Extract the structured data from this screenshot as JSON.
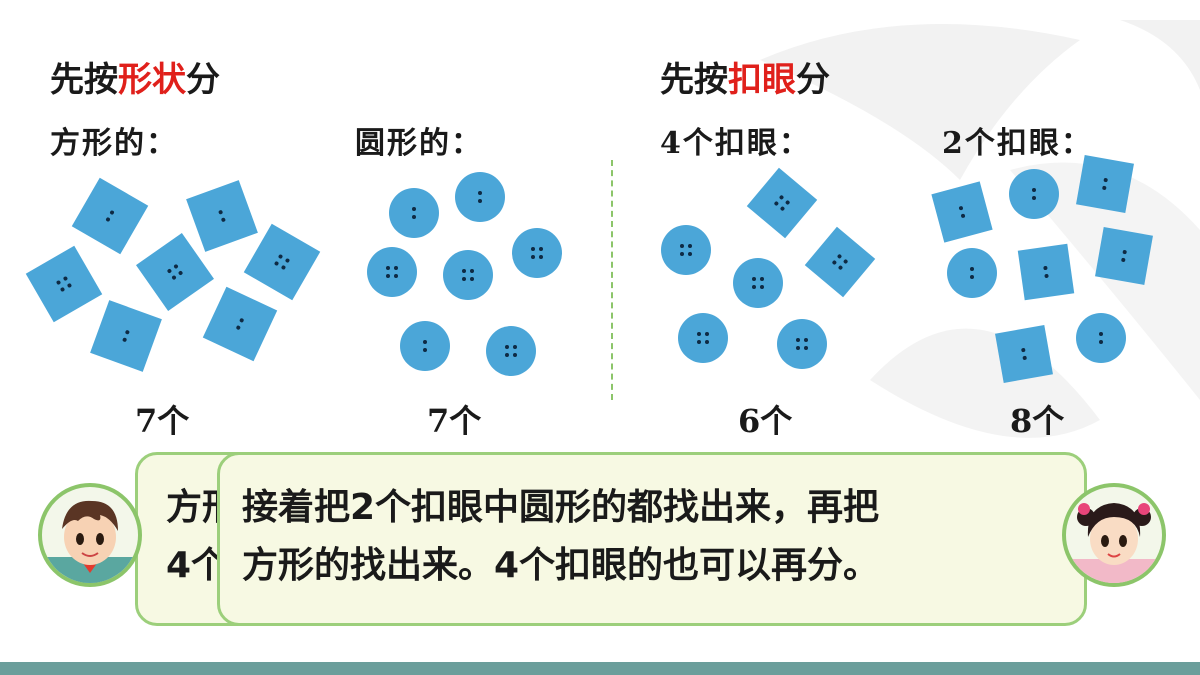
{
  "left_section": {
    "title_prefix": "先按",
    "title_highlight": "形状",
    "title_suffix": "分",
    "groups": [
      {
        "label": "方形的：",
        "count": "7个"
      },
      {
        "label": "圆形的：",
        "count": "7个"
      }
    ]
  },
  "right_section": {
    "title_prefix": "先按",
    "title_highlight": "扣眼",
    "title_suffix": "分",
    "groups": [
      {
        "label": "4个扣眼：",
        "count": "6个"
      },
      {
        "label": "2个扣眼：",
        "count": "8个"
      }
    ]
  },
  "back_bubble": {
    "line1": "方形",
    "line2": "4个"
  },
  "front_bubble": {
    "line1": "接着把2个扣眼中圆形的都找出来，再把",
    "line2": "方形的找出来。4个扣眼的也可以再分。"
  },
  "colors": {
    "highlight": "#e0201b",
    "button": "#4ba6d8",
    "bubble_border": "#9ccf7b",
    "footer": "#6b9e9b"
  },
  "icons": {
    "boy": "boy-avatar",
    "girl": "girl-avatar"
  }
}
